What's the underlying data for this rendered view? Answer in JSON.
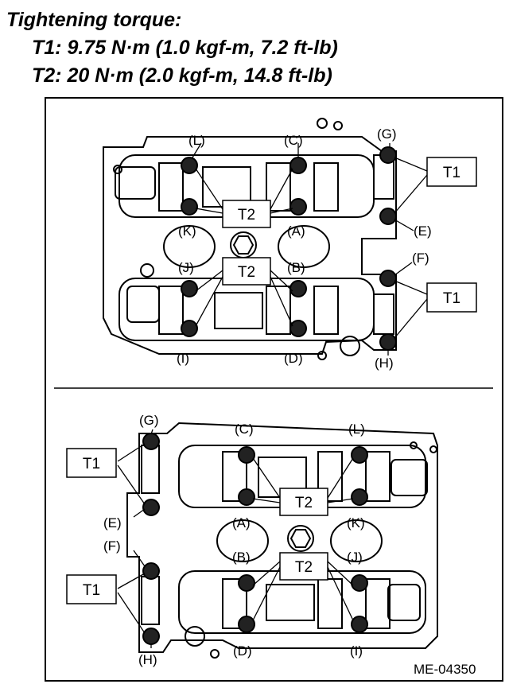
{
  "header": {
    "title": "Tightening torque:",
    "t1": "T1: 9.75 N·m (1.0 kgf-m, 7.2 ft-lb)",
    "t2": "T2: 20 N·m (2.0 kgf-m, 14.8 ft-lb)"
  },
  "top_view": {
    "labels": {
      "L": "(L)",
      "C": "(C)",
      "G": "(G)",
      "E": "(E)",
      "K": "(K)",
      "A": "(A)",
      "J": "(J)",
      "B": "(B)",
      "F": "(F)",
      "I": "(I)",
      "D": "(D)",
      "H": "(H)"
    },
    "boxes": {
      "t2_upper": "T2",
      "t2_lower": "T2",
      "t1_upper": "T1",
      "t1_lower": "T1"
    }
  },
  "bottom_view": {
    "labels": {
      "G": "(G)",
      "C": "(C)",
      "L": "(L)",
      "E": "(E)",
      "A": "(A)",
      "K": "(K)",
      "F": "(F)",
      "B": "(B)",
      "J": "(J)",
      "H": "(H)",
      "D": "(D)",
      "I": "(I)"
    },
    "boxes": {
      "t1_upper": "T1",
      "t1_lower": "T1",
      "t2_upper": "T2",
      "t2_lower": "T2"
    }
  },
  "figure_code": "ME-04350"
}
